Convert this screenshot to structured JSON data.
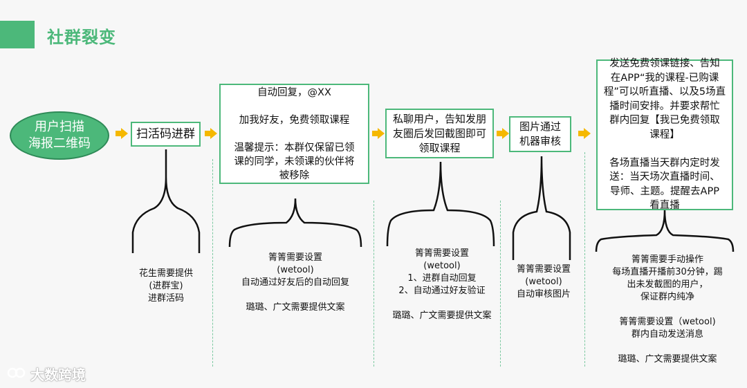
{
  "title": "社群裂变",
  "start_node": "用户扫描\n海报二维码",
  "steps": [
    {
      "text": "扫活码进群"
    },
    {
      "text": "自动回复，@XX\n\n加我好友，免费领取课程\n\n温馨提示：本群仅保留已领\n课的同学，未领课的伙伴将\n被移除"
    },
    {
      "text": "私聊用户，告知发朋\n友圈后发回截图即可\n领取课程"
    },
    {
      "text": "图片通过\n机器审核"
    },
    {
      "text": "发送免费领课链接、告知\n在APP“我的课程-已购课\n程”可以听直播、以及5场直\n播时间安排。并要求帮忙\n群内回复【我已免费领取\n课程】\n\n各场直播当天群内定时发\n送：当天场次直播时间、\n导师、主题。提醒去APP\n看直播"
    }
  ],
  "notes": [
    "花生需要提供\n(进群宝)\n进群活码",
    "箐箐需要设置\n(wetool)\n自动通过好友后的自动回复\n\n璐璐、广文需要提供文案",
    "箐箐需要设置\n(wetool)\n1、进群自动回复\n2、自动通过好友验证\n\n璐璐、广文需要提供文案",
    "箐箐需要设置\n(wetool)\n自动审核图片",
    "箐箐需要手动操作\n每场直播开播前30分钟，踢\n出未发截图的用户，\n保证群内纯净\n\n箐箐需要设置（wetool)\n群内自动发送消息\n\n璐璐、广文需要提供文案"
  ],
  "watermark": "大数跨境",
  "colors": {
    "accent": "#4cb87a",
    "arrow": "#f5b800"
  }
}
